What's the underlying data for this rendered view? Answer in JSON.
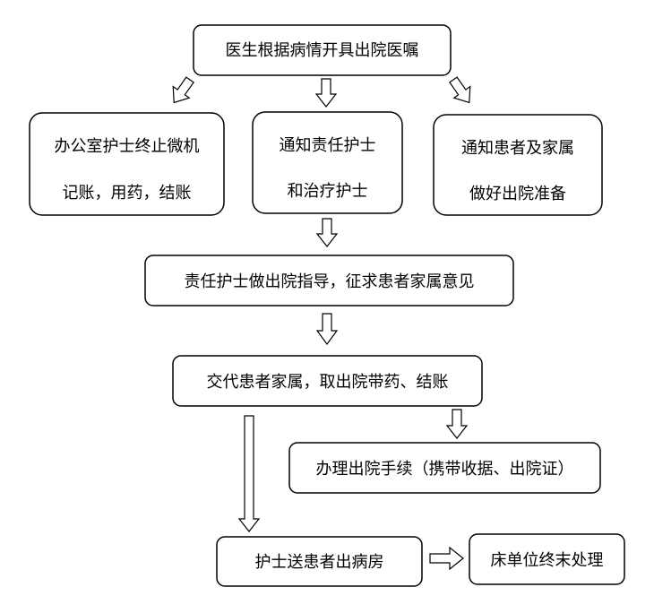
{
  "diagram": {
    "nodes": {
      "doctor_order": "医生根据病情开具出院医嘱",
      "office_nurse_line1": "办公室护士终止微机",
      "office_nurse_line2": "记账，用药，结账",
      "notify_nurse_line1": "通知责任护士",
      "notify_nurse_line2": "和治疗护士",
      "notify_family_line1": "通知患者及家属",
      "notify_family_line2": "做好出院准备",
      "guidance": "责任护士做出院指导，征求患者家属意见",
      "handover": "交代患者家属，取出院带药、结账",
      "procedures": "办理出院手续（携带收据、出院证）",
      "escort": "护士送患者出病房",
      "bed_disposal": "床单位终末处理"
    }
  }
}
